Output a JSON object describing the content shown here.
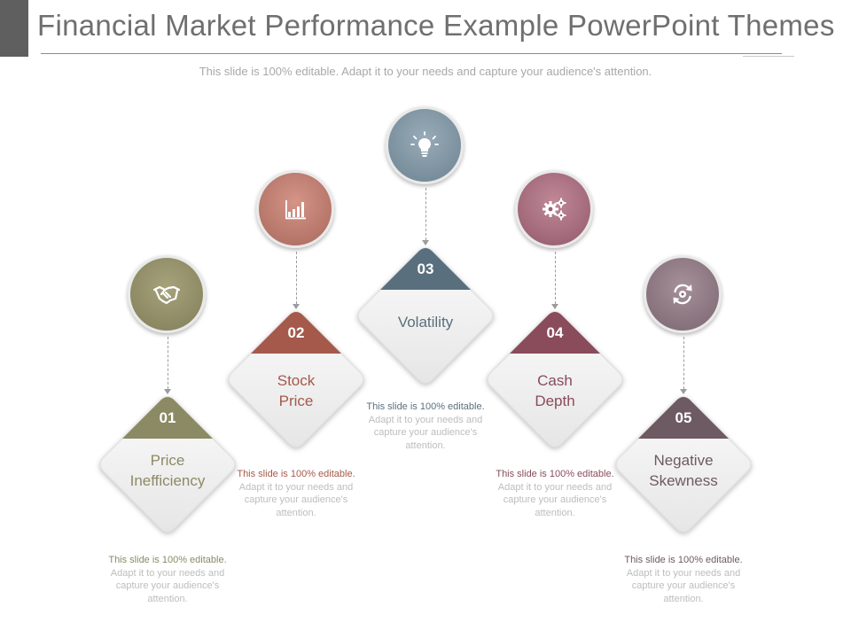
{
  "slide": {
    "title": "Financial Market Performance Example PowerPoint Themes",
    "subtitle": "This slide is 100% editable. Adapt it to your needs and capture your audience's attention."
  },
  "items": [
    {
      "number": "01",
      "label_line1": "Price",
      "label_line2": "Inefficiency",
      "icon": "handshake-icon",
      "color": "#8c8a64",
      "desc_lead": "This slide is 100% editable.",
      "desc_rest": "Adapt it to your needs and capture your audience's attention."
    },
    {
      "number": "02",
      "label_line1": "Stock",
      "label_line2": "Price",
      "icon": "bar-chart-icon",
      "color": "#a5594a",
      "desc_lead": "This slide is 100% editable.",
      "desc_rest": "Adapt it to your needs and capture your audience's attention."
    },
    {
      "number": "03",
      "label_line1": "Volatility",
      "label_line2": "",
      "icon": "lightbulb-icon",
      "color": "#5a6f7d",
      "desc_lead": "This slide is 100% editable.",
      "desc_rest": "Adapt it to your needs and capture your audience's attention."
    },
    {
      "number": "04",
      "label_line1": "Cash",
      "label_line2": "Depth",
      "icon": "gears-icon",
      "color": "#8a4b5b",
      "desc_lead": "This slide is 100% editable.",
      "desc_rest": "Adapt it to your needs and capture your audience's attention."
    },
    {
      "number": "05",
      "label_line1": "Negative",
      "label_line2": "Skewness",
      "icon": "refresh-gear-icon",
      "color": "#6e5a62",
      "desc_lead": "This slide is 100% editable.",
      "desc_rest": "Adapt it to your needs and capture your audience's attention."
    }
  ]
}
